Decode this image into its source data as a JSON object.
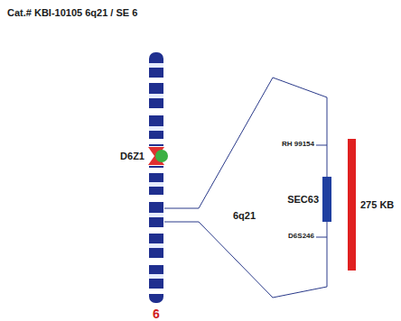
{
  "diagram": {
    "title": "Cat.# KBI-10105 6q21 / SE 6",
    "labels": [
      "D6Z1",
      "RH 99154",
      "SEC63",
      "275 KB",
      "6q21",
      "D6S246",
      "6"
    ]
  }
}
